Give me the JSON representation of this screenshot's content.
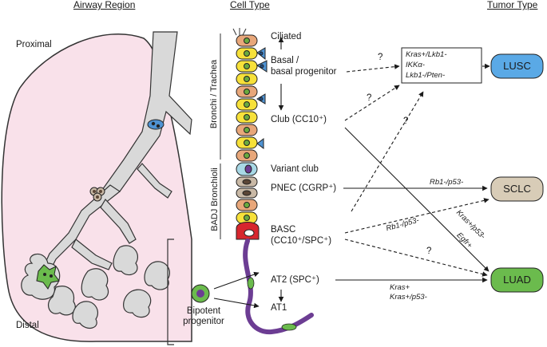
{
  "headers": {
    "airway_region": "Airway Region",
    "cell_type": "Cell Type",
    "tumor_type": "Tumor Type"
  },
  "regions": {
    "proximal": "Proximal",
    "distal": "Distal",
    "bronchi_trachea": "Bronchi / Trachea",
    "badj_bronchioli": "BADJ Bronchioli"
  },
  "cells": {
    "ciliated": "Ciliated",
    "basal_line1": "Basal /",
    "basal_line2": "basal progenitor",
    "club": "Club (CC10⁺)",
    "variant_club": "Variant club",
    "pnec": "PNEC (CGRP⁺)",
    "basc_line1": "BASC",
    "basc_line2": "(CC10⁺/SPC⁺)",
    "at2": "AT2 (SPC⁺)",
    "at1": "AT1",
    "bipotent_line1": "Bipotent",
    "bipotent_line2": "progenitor"
  },
  "tumors": {
    "lusc": "LUSC",
    "sclc": "SCLC",
    "luad": "LUAD"
  },
  "genotypes": {
    "lusc_box_line1": "Kras+/Lkb1-",
    "lusc_box_line2": "IKKα-",
    "lusc_box_line3": "Lkb1-/Pten-",
    "pnec_sclc": "Rb1-/p53-",
    "basc_sclc": "Rb1-/p53-",
    "club_luad_line1": "Kras+/p53-",
    "club_luad_line2": "Egfr+",
    "at2_luad_line1": "Kras+",
    "at2_luad_line2": "Kras+/p53-",
    "unknown_mark": "?"
  },
  "colors": {
    "lung_fill": "#f9e1ea",
    "airway_fill": "#d9d9d9",
    "ciliated_cell": "#e8a77a",
    "club_cell": "#f7e13a",
    "basal_cell": "#4f93d3",
    "variant_club_cell": "#a8d8e6",
    "pnec_cell": "#c9b9a6",
    "basc_cell": "#d7262e",
    "alveolar_cell": "#6c3d93",
    "nucleus": "#6aaa3e",
    "lusc_fill": "#5aa9e6",
    "sclc_fill": "#d8ccb7",
    "luad_fill": "#6bbb4d"
  }
}
